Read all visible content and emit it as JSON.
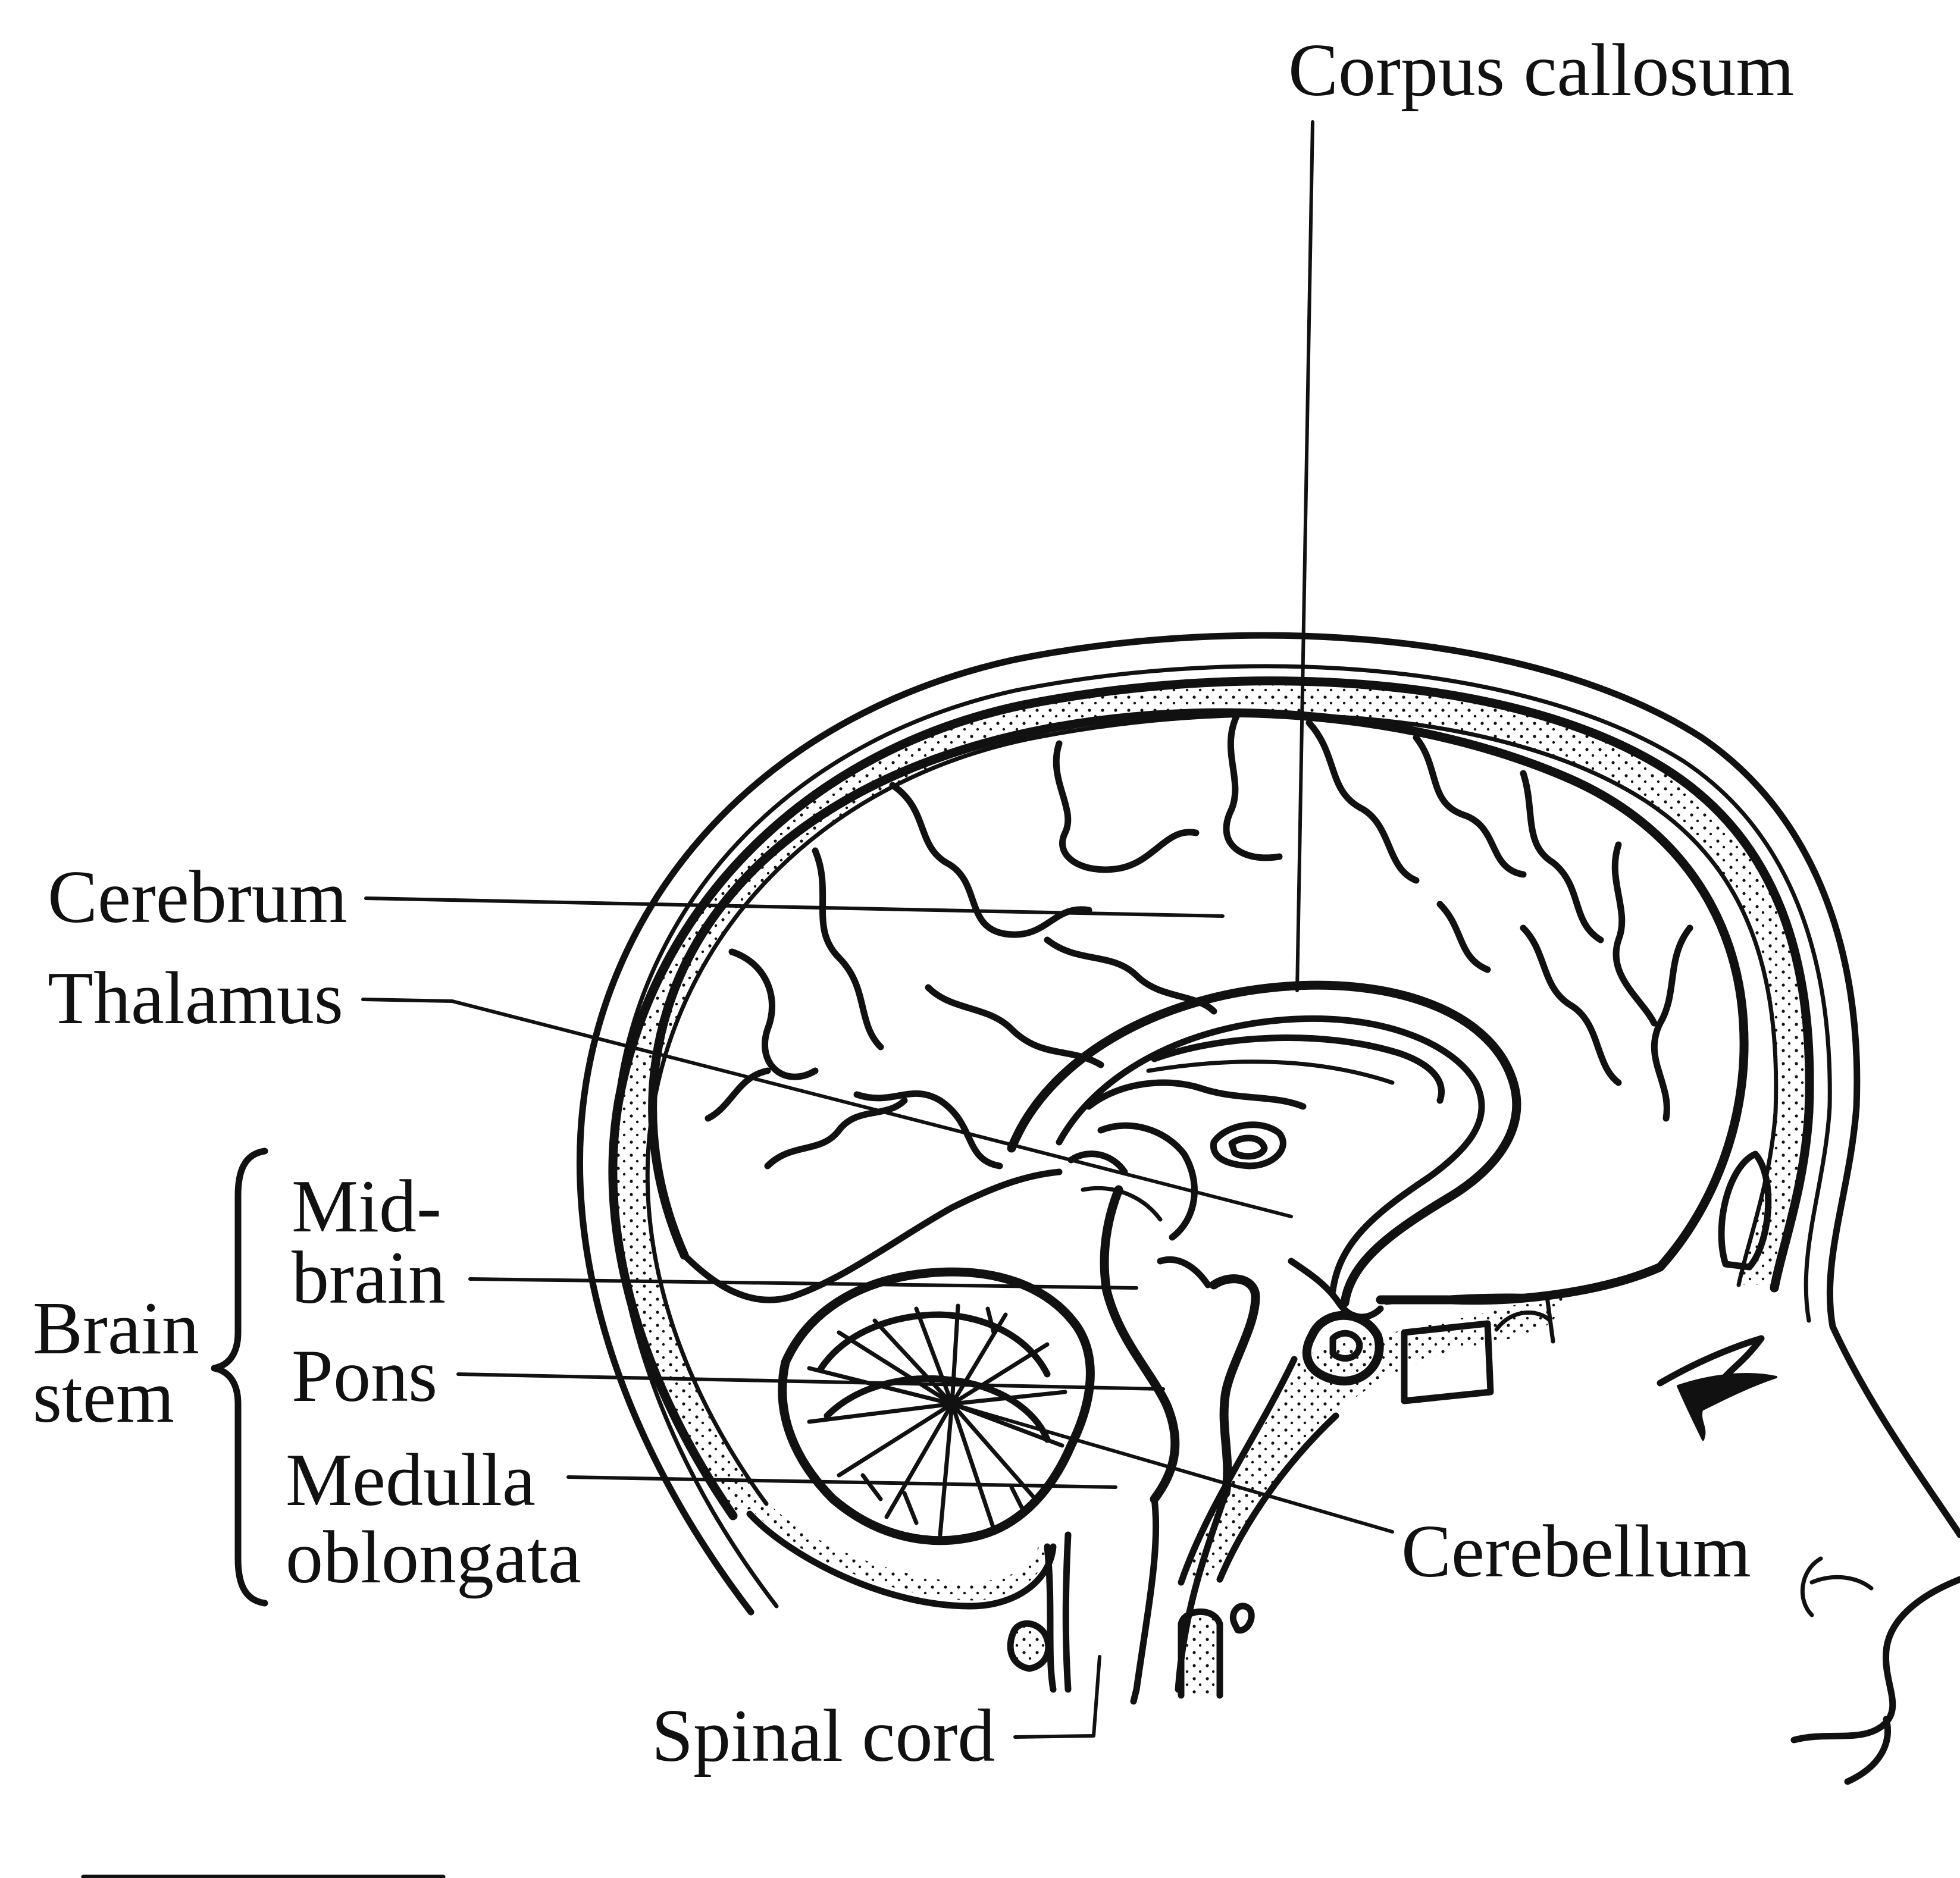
{
  "labels": {
    "corpus_callosum": "Corpus callosum",
    "cerebrum": "Cerebrum",
    "thalamus": "Thalamus",
    "midbrain_line1": "Mid-",
    "midbrain_line2": "brain",
    "brain_stem_line1": "Brain",
    "brain_stem_line2": "stem",
    "pons": "Pons",
    "medulla_line1": "Medulla",
    "medulla_line2": "oblongata",
    "cerebellum": "Cerebellum",
    "spinal_cord": "Spinal cord"
  },
  "colors": {
    "ink": "#111111",
    "background": "#ffffff"
  }
}
